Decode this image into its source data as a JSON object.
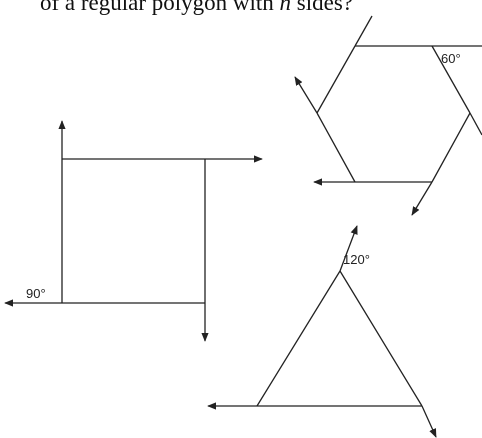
{
  "question": {
    "before_n": "of a regular polygon with ",
    "n": "n",
    "after_n": " sides?"
  },
  "angles": {
    "square": "90°",
    "hexagon": "60°",
    "triangle": "120°"
  },
  "colors": {
    "ink": "#222222",
    "background": "#ffffff"
  }
}
